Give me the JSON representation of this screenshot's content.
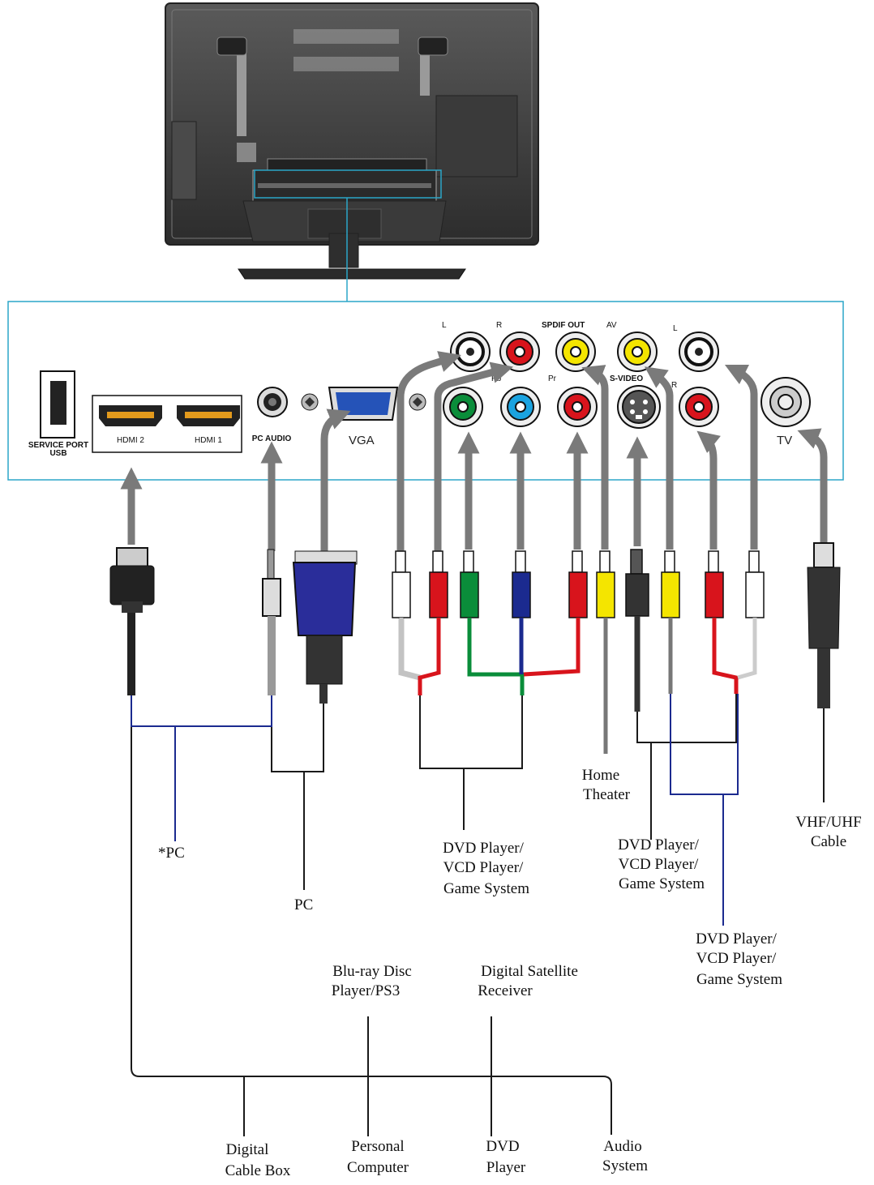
{
  "colors": {
    "panel_border": "#2ba6c8",
    "arrow": "#7a7a7a",
    "white_wire": "#ffffff",
    "red": "#d8141c",
    "green": "#0a8d3a",
    "blue": "#1b2a8f",
    "yellow": "#f4e500",
    "cyan": "#1aa3e0",
    "black": "#1a1a1a",
    "hdmi_line": "#1b2a8f",
    "tv_body": "#3a3a3a"
  },
  "ports": {
    "service_usb": [
      "SERVICE PORT",
      "USB"
    ],
    "hdmi2": "HDMI 2",
    "hdmi1": "HDMI 1",
    "pc_audio": "PC AUDIO",
    "vga": "VGA",
    "audio_l": "L",
    "audio_r": "R",
    "spdif": "SPDIF OUT",
    "av": "AV",
    "av_l": "L",
    "pb": "Pb",
    "pr": "Pr",
    "svideo": "S-VIDEO",
    "av_r": "R",
    "tv": "TV"
  },
  "labels": {
    "star_pc": "*PC",
    "pc": "PC",
    "dvd_component": [
      "DVD Player/",
      "VCD Player/",
      "Game System"
    ],
    "home_theater": [
      "Home",
      "Theater"
    ],
    "dvd_svideo": [
      "DVD Player/",
      "VCD Player/",
      "Game System"
    ],
    "dvd_av": [
      "DVD Player/",
      "VCD Player/",
      "Game System"
    ],
    "vhf_uhf": [
      "VHF/UHF",
      "Cable"
    ],
    "bluray": [
      "Blu-ray Disc",
      "Player/PS3"
    ],
    "satellite": [
      "Digital Satellite",
      "Receiver"
    ],
    "cable_box": [
      "Digital",
      "Cable Box"
    ],
    "personal_computer": [
      "Personal",
      "Computer"
    ],
    "dvd_player": [
      "DVD",
      "Player"
    ],
    "audio_system": [
      "Audio",
      "System"
    ]
  }
}
